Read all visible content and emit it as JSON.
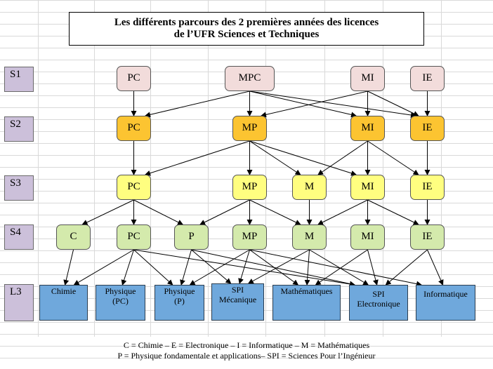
{
  "title": {
    "line1": "Les différents parcours des 2 premières années des licences",
    "line2": "de l’UFR Sciences et Techniques"
  },
  "semesters": [
    "S1",
    "S2",
    "S3",
    "S4",
    "L3"
  ],
  "nodes": {
    "s1_pc": "PC",
    "s1_mpc": "MPC",
    "s1_mi": "MI",
    "s1_ie": "IE",
    "s2_pc": "PC",
    "s2_mp": "MP",
    "s2_mi": "MI",
    "s2_ie": "IE",
    "s3_pc": "PC",
    "s3_mp": "MP",
    "s3_m": "M",
    "s3_mi": "MI",
    "s3_ie": "IE",
    "s4_c": "C",
    "s4_pc": "PC",
    "s4_p": "P",
    "s4_mp": "MP",
    "s4_m": "M",
    "s4_mi": "MI",
    "s4_ie": "IE"
  },
  "l3": {
    "chimie": [
      "Chimie"
    ],
    "physique_pc": [
      "Physique",
      "(PC)"
    ],
    "physique_p": [
      "Physique",
      "(P)"
    ],
    "spi_mecanique": [
      "SPI",
      "Mécanique"
    ],
    "mathematiques": [
      "Mathématiques"
    ],
    "spi_electronique": [
      "SPI",
      "Electronique"
    ],
    "informatique": [
      "Informatique"
    ]
  },
  "edges": [
    [
      "s1_pc",
      "s2_pc"
    ],
    [
      "s1_mpc",
      "s2_pc"
    ],
    [
      "s1_mpc",
      "s2_mp"
    ],
    [
      "s1_mpc",
      "s2_mi"
    ],
    [
      "s1_mpc",
      "s2_ie"
    ],
    [
      "s1_mi",
      "s2_mp"
    ],
    [
      "s1_mi",
      "s2_mi"
    ],
    [
      "s1_mi",
      "s2_ie"
    ],
    [
      "s1_ie",
      "s2_ie"
    ],
    [
      "s2_pc",
      "s3_pc"
    ],
    [
      "s2_mp",
      "s3_pc"
    ],
    [
      "s2_mp",
      "s3_mp"
    ],
    [
      "s2_mp",
      "s3_m"
    ],
    [
      "s2_mp",
      "s3_mi"
    ],
    [
      "s2_mi",
      "s3_m"
    ],
    [
      "s2_mi",
      "s3_mi"
    ],
    [
      "s2_mi",
      "s3_ie"
    ],
    [
      "s2_ie",
      "s3_ie"
    ],
    [
      "s3_pc",
      "s4_c"
    ],
    [
      "s3_pc",
      "s4_pc"
    ],
    [
      "s3_pc",
      "s4_p"
    ],
    [
      "s3_mp",
      "s4_p"
    ],
    [
      "s3_mp",
      "s4_mp"
    ],
    [
      "s3_mp",
      "s4_m"
    ],
    [
      "s3_m",
      "s4_m"
    ],
    [
      "s3_mi",
      "s4_m"
    ],
    [
      "s3_mi",
      "s4_mi"
    ],
    [
      "s3_mi",
      "s4_ie"
    ],
    [
      "s3_ie",
      "s4_ie"
    ],
    [
      "s4_c",
      "chimie"
    ],
    [
      "s4_pc",
      "chimie"
    ],
    [
      "s4_pc",
      "physique_pc"
    ],
    [
      "s4_pc",
      "physique_p"
    ],
    [
      "s4_pc",
      "spi_electronique"
    ],
    [
      "s4_p",
      "physique_p"
    ],
    [
      "s4_p",
      "spi_mecanique"
    ],
    [
      "s4_p",
      "spi_electronique"
    ],
    [
      "s4_mp",
      "physique_p"
    ],
    [
      "s4_mp",
      "spi_mecanique"
    ],
    [
      "s4_mp",
      "mathematiques"
    ],
    [
      "s4_mp",
      "informatique"
    ],
    [
      "s4_m",
      "spi_mecanique"
    ],
    [
      "s4_m",
      "mathematiques"
    ],
    [
      "s4_m",
      "spi_electronique"
    ],
    [
      "s4_mi",
      "mathematiques"
    ],
    [
      "s4_mi",
      "spi_electronique"
    ],
    [
      "s4_ie",
      "spi_electronique"
    ],
    [
      "s4_ie",
      "informatique"
    ]
  ],
  "legend": {
    "line1": "C = Chimie – E = Electronique – I = Informatique – M = Mathématiques",
    "line2": "P = Physique fondamentale et applications– SPI = Sciences Pour l’Ingénieur"
  },
  "colors": {
    "s1": "#f2dcdb",
    "s2": "#fcc431",
    "s3": "#fffe80",
    "s4": "#d4eaac",
    "l3": "#6fa8dc",
    "semester": "#ccc0da",
    "grid": "#d9d9d9"
  }
}
